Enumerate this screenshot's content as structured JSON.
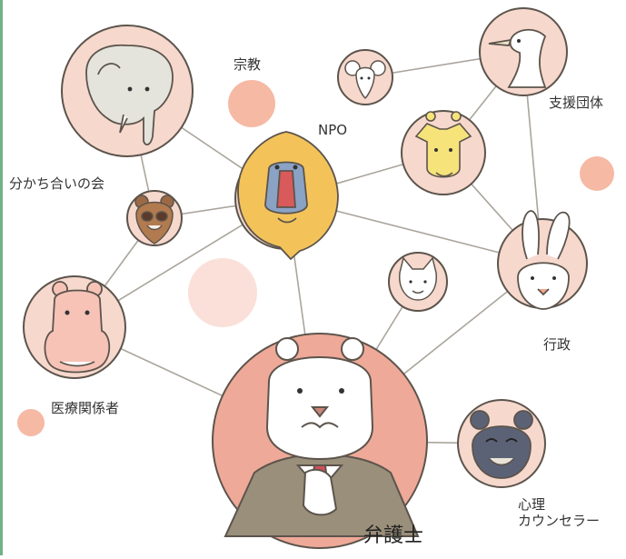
{
  "colors": {
    "line": "#aaa59c",
    "node_fill": "#f6d8cd",
    "node_stroke": "#5c544c",
    "dot": "#f6b9a4",
    "dot_light": "#fae0d8",
    "big_fill": "#eea998"
  },
  "labels": {
    "religion": "宗教",
    "npo": "NPO",
    "support": "支援団体",
    "sharing": "分かち合いの会",
    "admin": "行政",
    "medical": "医療関係者",
    "lawyer": "弁護士",
    "psychologist": "心理\nカウンセラー"
  },
  "nodes": [
    {
      "id": "elephant",
      "icon": "elephant-icon"
    },
    {
      "id": "mouse",
      "icon": "mouse-icon"
    },
    {
      "id": "crane",
      "icon": "crane-icon"
    },
    {
      "id": "mandrill",
      "icon": "mandrill-icon"
    },
    {
      "id": "giraffe",
      "icon": "giraffe-icon"
    },
    {
      "id": "tanuki",
      "icon": "tanuki-icon"
    },
    {
      "id": "hippo",
      "icon": "hippo-icon"
    },
    {
      "id": "cat",
      "icon": "cat-icon"
    },
    {
      "id": "rabbit",
      "icon": "rabbit-icon"
    },
    {
      "id": "polar-bear",
      "icon": "polar-bear-lawyer-icon"
    },
    {
      "id": "dark-bear",
      "icon": "bear-icon"
    }
  ]
}
